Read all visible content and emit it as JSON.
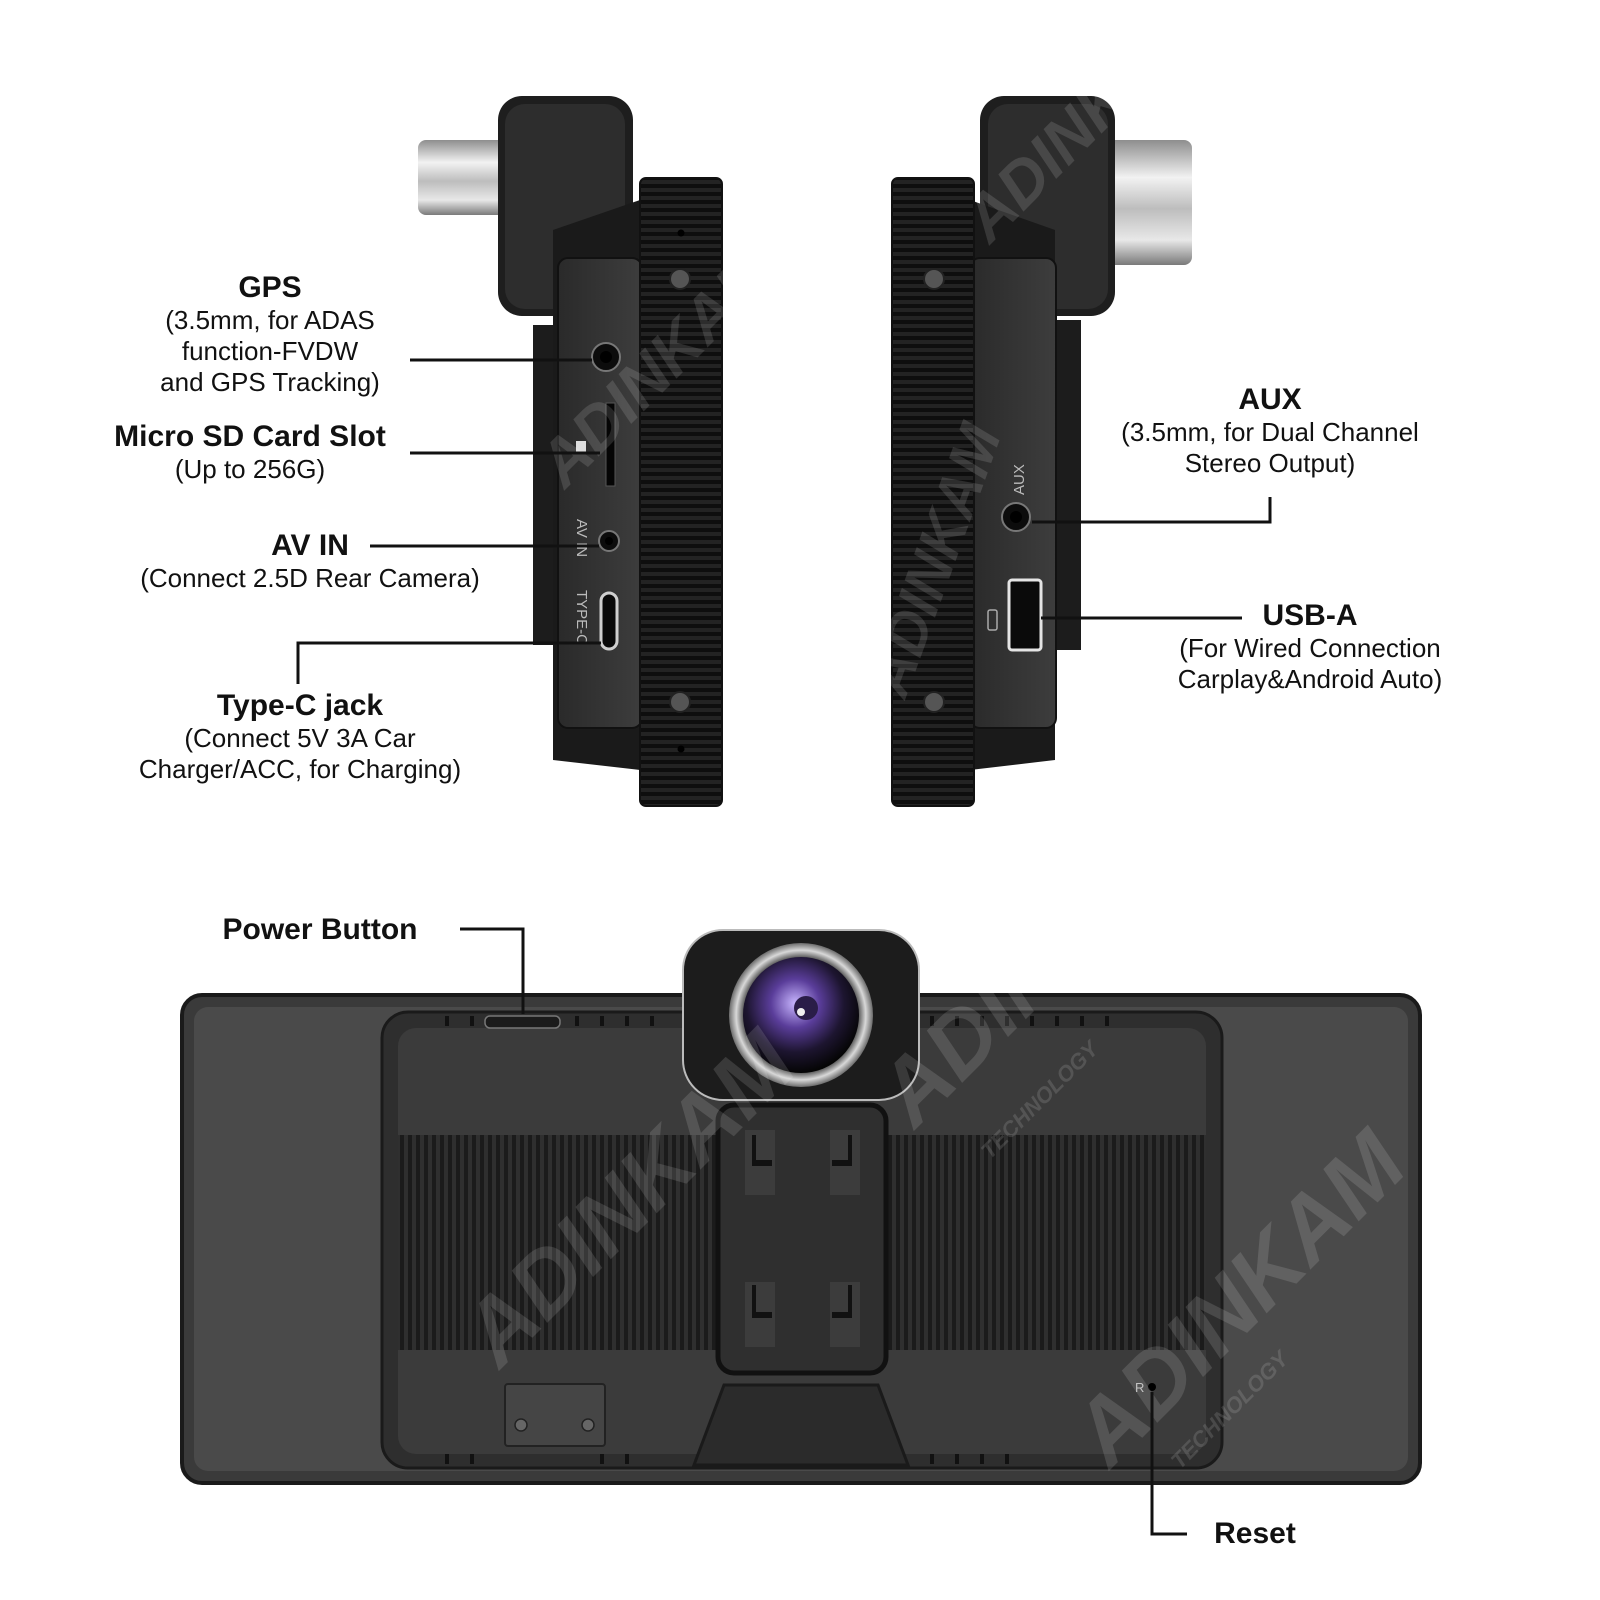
{
  "watermark": {
    "brand": "ADINKAM",
    "tagline": "TECHNOLOGY"
  },
  "device_markings": {
    "av_in": "AV IN",
    "type_c": "TYPE-C",
    "aux": "AUX",
    "reset_mark": "R"
  },
  "callouts": {
    "gps": {
      "title": "GPS",
      "lines": [
        "(3.5mm, for ADAS",
        "function-FVDW",
        "and GPS Tracking)"
      ]
    },
    "micro_sd": {
      "title": "Micro SD Card Slot",
      "lines": [
        "(Up to 256G)"
      ]
    },
    "av_in": {
      "title": "AV IN",
      "lines": [
        "(Connect 2.5D Rear Camera)"
      ]
    },
    "type_c": {
      "title": "Type-C jack",
      "lines": [
        "(Connect 5V 3A Car",
        "Charger/ACC, for Charging)"
      ]
    },
    "aux": {
      "title": "AUX",
      "lines": [
        "(3.5mm, for Dual Channel",
        "Stereo Output)"
      ]
    },
    "usb_a": {
      "title": "USB-A",
      "lines": [
        "(For Wired Connection",
        "Carplay&Android Auto)"
      ]
    },
    "power": {
      "title": "Power Button"
    },
    "reset": {
      "title": "Reset"
    }
  }
}
